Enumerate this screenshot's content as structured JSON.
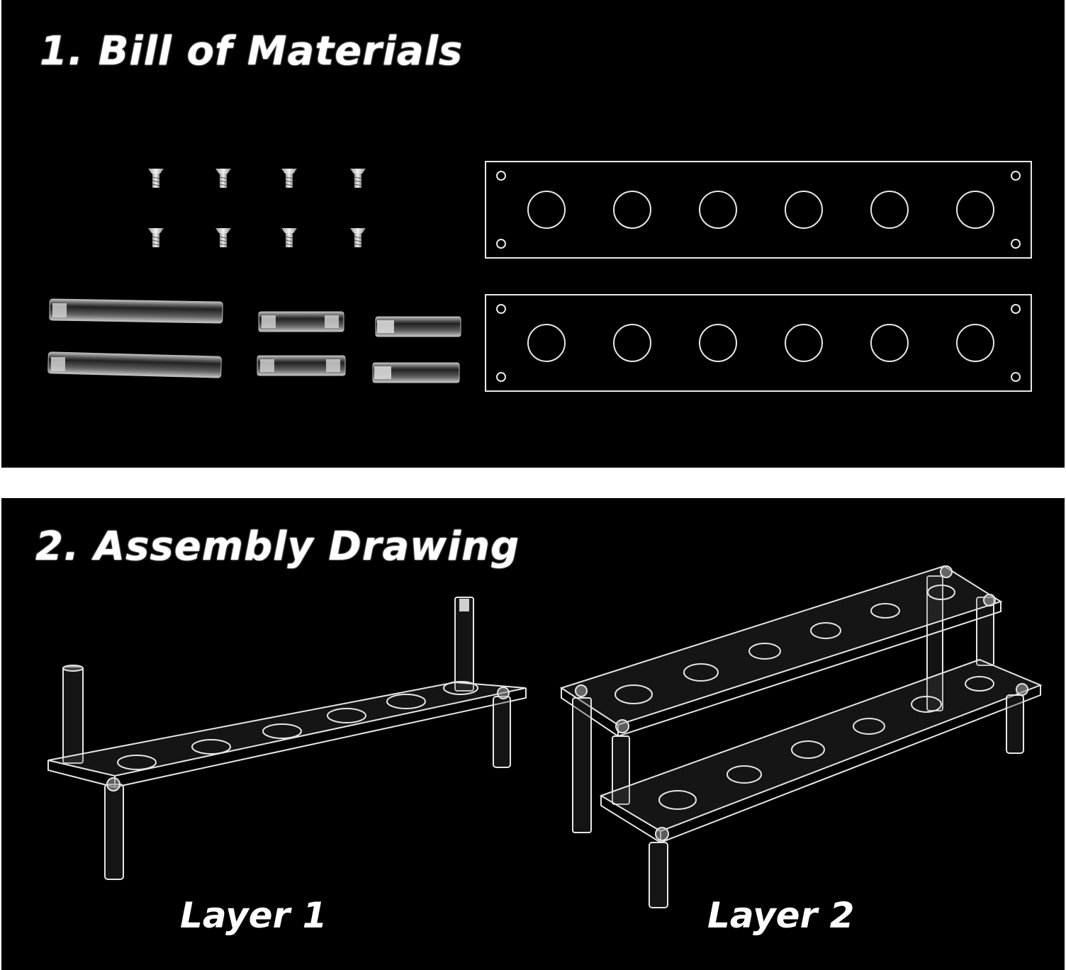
{
  "sections": {
    "bill_of_materials": {
      "title": "1. Bill of Materials",
      "parts": {
        "screws": 8,
        "long_rods": 2,
        "medium_rods": 2,
        "short_rods": 2,
        "shelf_panels": 2,
        "holes_per_panel": 6
      }
    },
    "assembly_drawing": {
      "title": "2. Assembly Drawing",
      "layers": [
        {
          "label": "Layer 1"
        },
        {
          "label": "Layer 2"
        }
      ]
    }
  },
  "colors": {
    "background": "#000000",
    "gap": "#ffffff",
    "text": "#ffffff",
    "acrylic_edge": "#e8e8e8"
  }
}
